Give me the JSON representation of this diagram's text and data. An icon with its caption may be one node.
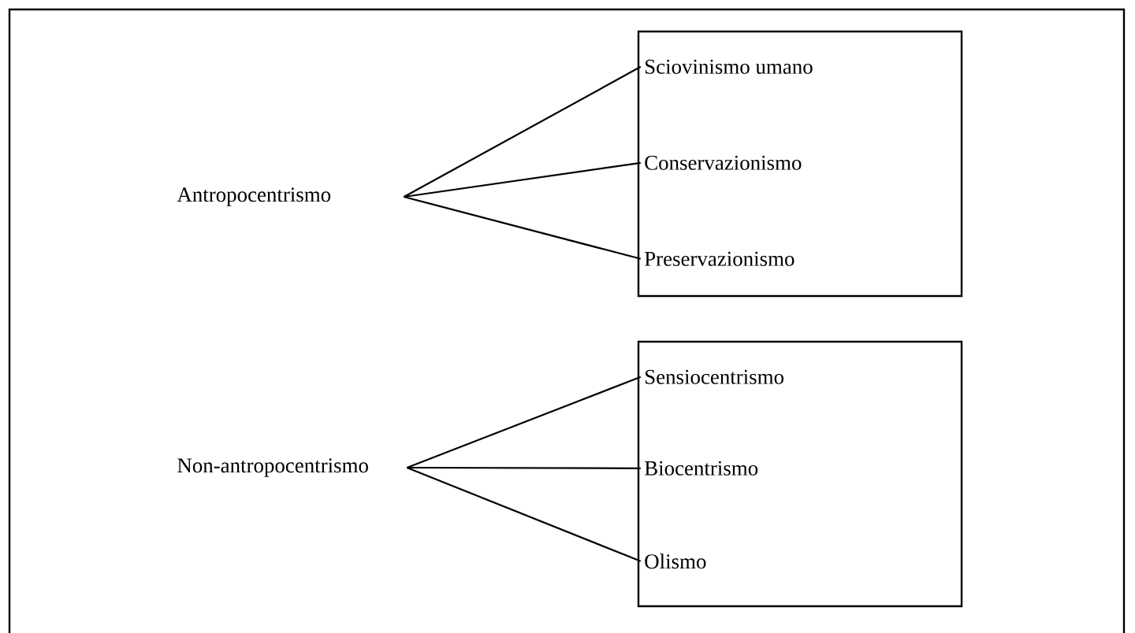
{
  "diagram": {
    "nodes": [
      {
        "text": [
          "Antropocentrismo"
        ]
      },
      {
        "text": [],
        "shape": "box"
      },
      {
        "text": [
          "Sciovinismo umano"
        ],
        "in": 1
      },
      {
        "text": [
          "Conservazionismo"
        ],
        "in": 1
      },
      {
        "text": [
          "Preservazionismo"
        ],
        "in": 1
      },
      {
        "text": [
          "Non-antropocentrismo"
        ]
      },
      {
        "text": [],
        "shape": "box"
      },
      {
        "text": [
          "Sensiocentrismo"
        ],
        "in": 6
      },
      {
        "text": [
          "Biocentrismo"
        ],
        "in": 6
      },
      {
        "text": [
          "Olismo"
        ],
        "in": 6
      }
    ],
    "edges": [
      {
        "from": 0,
        "to": 2,
        "arrow": "none"
      },
      {
        "from": 0,
        "to": 3,
        "arrow": "none"
      },
      {
        "from": 0,
        "to": 4,
        "arrow": "none"
      },
      {
        "from": 5,
        "to": 7,
        "arrow": "none"
      },
      {
        "from": 5,
        "to": 8,
        "arrow": "none"
      },
      {
        "from": 5,
        "to": 9,
        "arrow": "none"
      }
    ]
  }
}
